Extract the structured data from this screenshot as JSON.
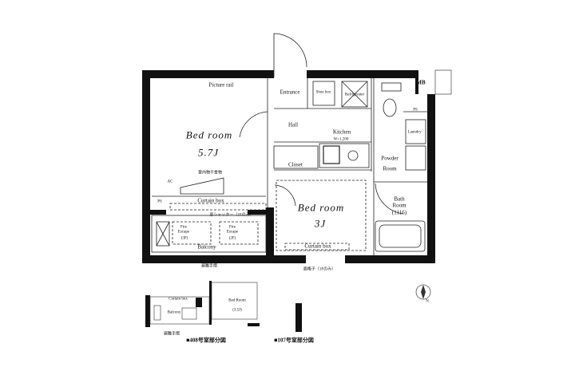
{
  "plan": {
    "bedroom1": {
      "name": "Bed room",
      "size": "5.7J"
    },
    "bedroom2": {
      "name": "Bed room",
      "size": "3J"
    },
    "picture_rail": "Picture rail",
    "entrance": "Entrance",
    "shoe_box": "Shoe box",
    "hall": "Hall",
    "kitchen": "Kitchen",
    "kitchen_width": "W=1,200",
    "closet": "Closet",
    "powder_room": [
      "Powder",
      "Room"
    ],
    "bath_room": [
      "Bath",
      "Room",
      "(1116)"
    ],
    "laundry": "Laundry",
    "refrigerator": "Refrigerator",
    "mb": "MB",
    "ps": "PS",
    "ac": "AC",
    "curtain_box": "Curtain box",
    "balcony": "Balcony",
    "fire_escape": [
      "Fire",
      "Escape"
    ],
    "fire_escape_floors": [
      "(3F)",
      "(2F)"
    ],
    "indoor_dryer": "室内物干金物",
    "shutter": "窓シャッター（1Fのみ）",
    "handrail": "避難手摺",
    "lattice": "面格子（1Fのみ）"
  },
  "partial_plans": [
    {
      "caption": "■408号室部分図",
      "balcony": "Balcony",
      "curtain_box": "Curtain box",
      "bedroom": "Bed Room",
      "bedroom_size": "(3.5J)",
      "handrail": "避難手摺"
    },
    {
      "caption": "■107号室部分図"
    }
  ],
  "compass": {
    "label": "N"
  }
}
